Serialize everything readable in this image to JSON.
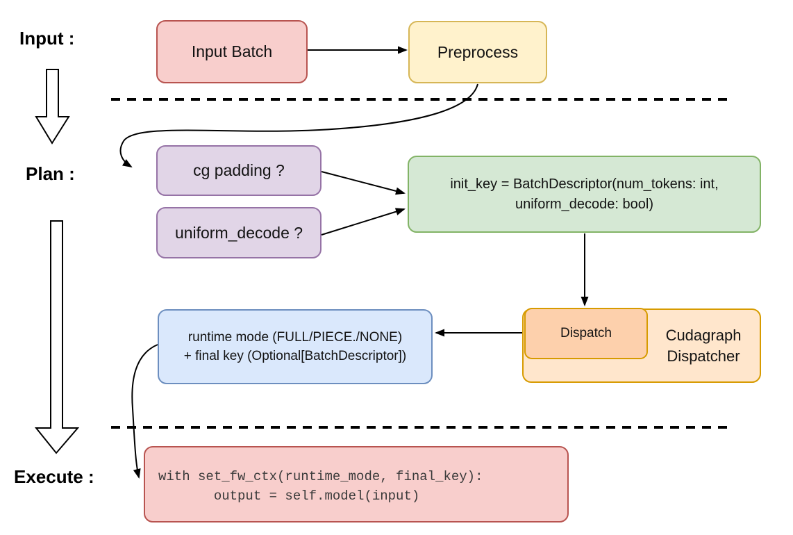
{
  "labels": {
    "input": "Input :",
    "plan": "Plan :",
    "execute": "Execute :"
  },
  "nodes": {
    "input_batch": {
      "label": "Input Batch",
      "fill": "#f8cecc",
      "border": "#b85450"
    },
    "preprocess": {
      "label": "Preprocess",
      "fill": "#fff2cc",
      "border": "#d6b656"
    },
    "cg_padding": {
      "label": "cg padding ?",
      "fill": "#e1d5e7",
      "border": "#9673a6"
    },
    "uniform_decode": {
      "label": "uniform_decode ?",
      "fill": "#e1d5e7",
      "border": "#9673a6"
    },
    "init_key": {
      "line1": "init_key = BatchDescriptor(num_tokens: int,",
      "line2": "uniform_decode: bool)",
      "fill": "#d5e8d4",
      "border": "#82b366"
    },
    "cudagraph_dispatcher": {
      "line1": "Cudagraph",
      "line2": "Dispatcher",
      "fill": "#ffe6cc",
      "border": "#d79b00"
    },
    "dispatch": {
      "label": "Dispatch",
      "fill": "#fdd0ac",
      "border": "#d79b00"
    },
    "runtime_mode": {
      "line1": "runtime mode (FULL/PIECE./NONE)",
      "line2": "+ final key (Optional[BatchDescriptor])",
      "fill": "#dae8fc",
      "border": "#6c8ebf"
    },
    "execute_code": {
      "line1": "with set_fw_ctx(runtime_mode, final_key):",
      "line2": "       output = self.model(input)",
      "fill": "#f8cecc",
      "border": "#b85450"
    }
  }
}
